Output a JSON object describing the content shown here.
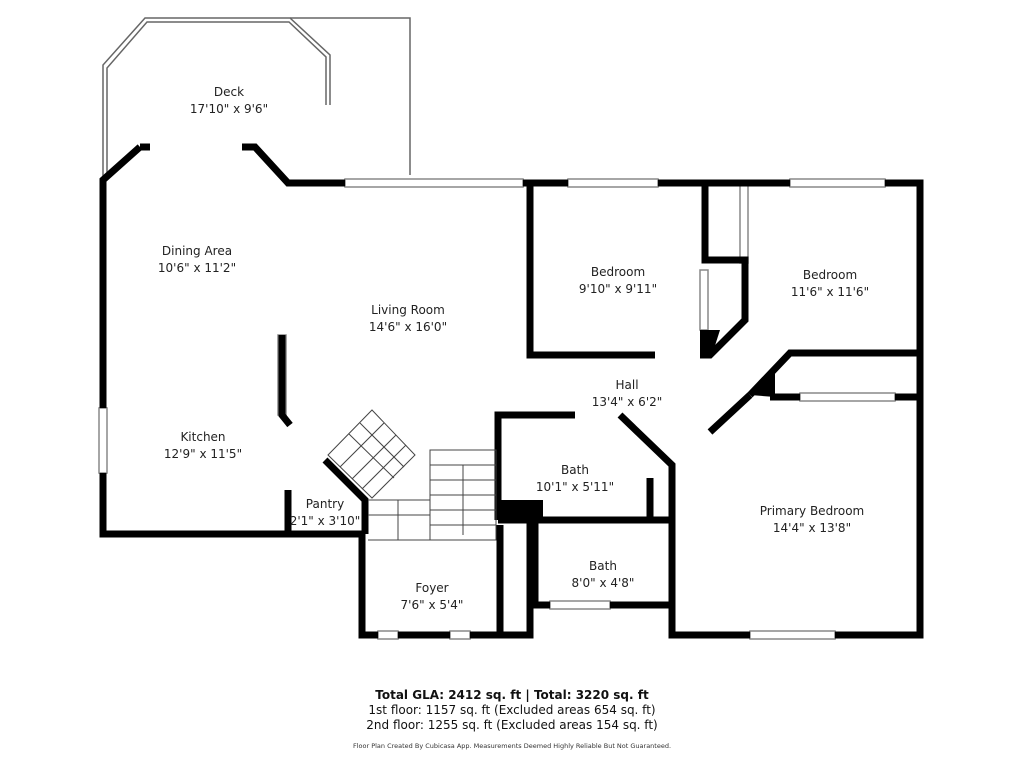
{
  "rooms": [
    {
      "name": "Deck",
      "size": "17'10\" x 9'6\""
    },
    {
      "name": "Dining Area",
      "size": "10'6\" x 11'2\""
    },
    {
      "name": "Living Room",
      "size": "14'6\" x 16'0\""
    },
    {
      "name": "Bedroom",
      "size": "9'10\" x 9'11\""
    },
    {
      "name": "Bedroom",
      "size": "11'6\" x 11'6\""
    },
    {
      "name": "Hall",
      "size": "13'4\" x 6'2\""
    },
    {
      "name": "Kitchen",
      "size": "12'9\" x 11'5\""
    },
    {
      "name": "Bath",
      "size": "10'1\" x 5'11\""
    },
    {
      "name": "Primary Bedroom",
      "size": "14'4\" x 13'8\""
    },
    {
      "name": "Pantry",
      "size": "2'1\" x 3'10\""
    },
    {
      "name": "Bath",
      "size": "8'0\" x 4'8\""
    },
    {
      "name": "Foyer",
      "size": "7'6\" x 5'4\""
    }
  ],
  "footer": {
    "total": "Total GLA: 2412 sq. ft | Total: 3220 sq. ft",
    "floor1": "1st floor: 1157 sq. ft (Excluded areas 654 sq. ft)",
    "floor2": "2nd floor: 1255 sq. ft (Excluded areas 154 sq. ft)",
    "disclaimer": "Floor Plan Created By Cubicasa App. Measurements Deemed Highly Reliable But Not Guaranteed."
  },
  "colors": {
    "wall": "#000000",
    "window": "#888888"
  }
}
